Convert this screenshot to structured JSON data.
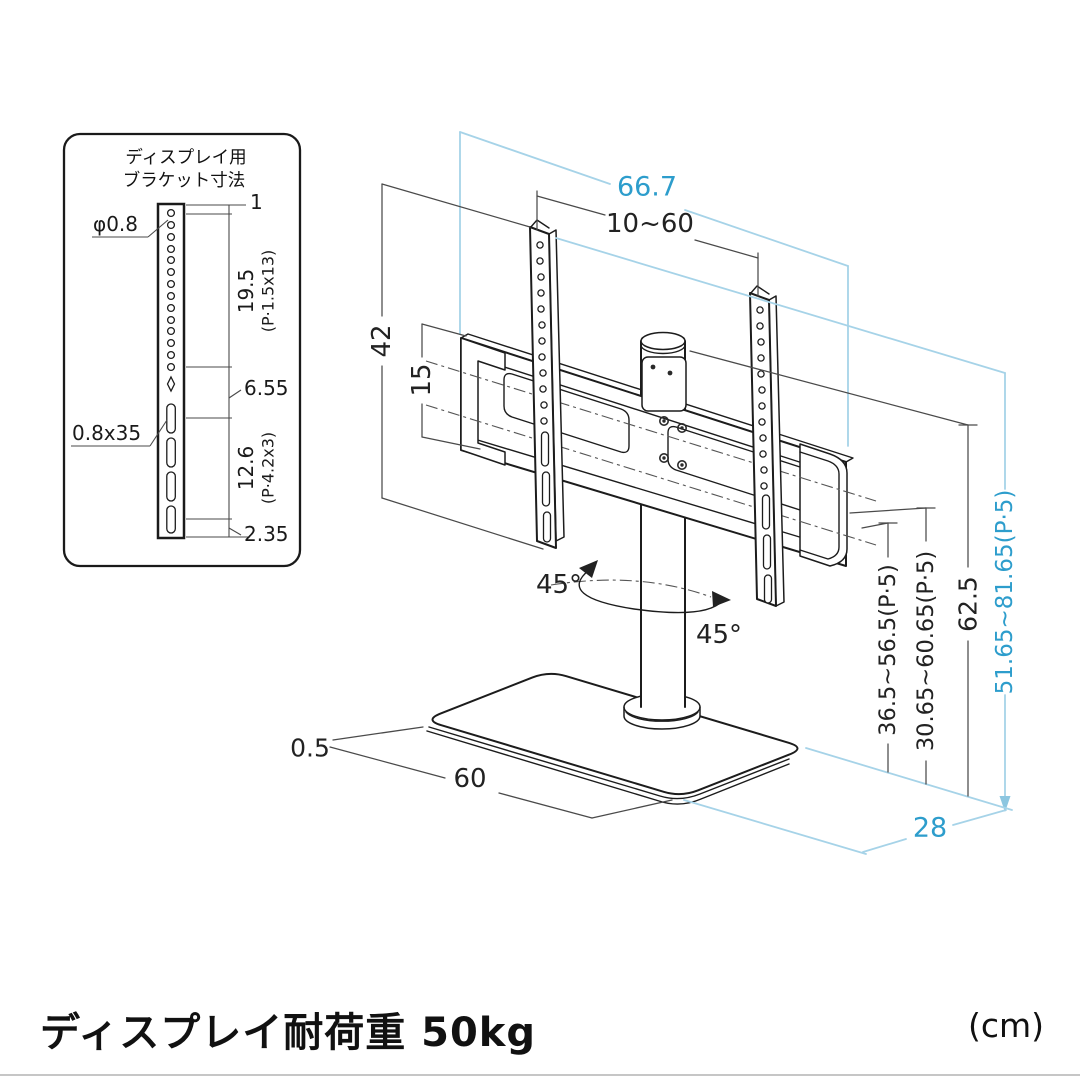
{
  "inset": {
    "title_line1": "ディスプレイ用",
    "title_line2": "ブラケット寸法",
    "hole_diameter_label": "φ0.8",
    "slot_size_label": "0.8x35",
    "dims": {
      "top_offset": "1",
      "hole_span": "19.5",
      "hole_pitch": "(P·1.5x13)",
      "gap": "6.55",
      "slot_span": "12.6",
      "slot_pitch": "(P·4.2x3)",
      "bottom_offset": "2.35"
    }
  },
  "main": {
    "dims": {
      "total_width": "66.7",
      "bracket_spacing": "10~60",
      "bracket_height": "42",
      "bar_height": "15",
      "swivel_left": "45°",
      "swivel_right": "45°",
      "base_thickness": "0.5",
      "base_width": "60",
      "base_depth": "28",
      "height_range_low": "36.5~56.5(P·5)",
      "height_range_mid": "30.65~60.65(P·5)",
      "pole_height": "62.5",
      "height_range_total": "51.65~81.65(P·5)"
    }
  },
  "footer": {
    "load_capacity": "ディスプレイ耐荷重 50kg",
    "unit_note": "(cm)"
  },
  "colors": {
    "accent_text": "#2d9dcc",
    "accent_line": "#a6d3e8",
    "ink": "#1c1c1c"
  }
}
